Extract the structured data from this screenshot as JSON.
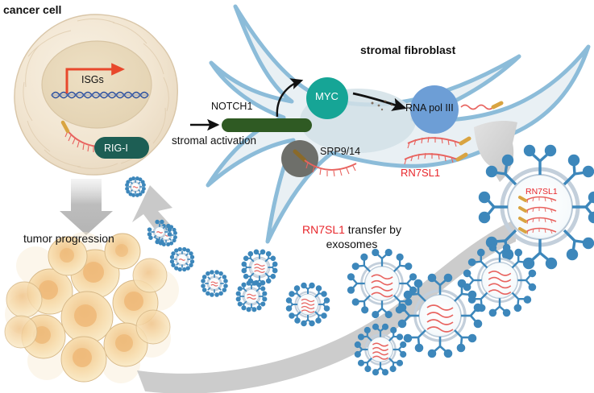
{
  "figure": {
    "type": "biological-pathway-diagram",
    "description": "RN7SL1 transfer by exosomes from stromal fibroblast to cancer cell driving tumor progression"
  },
  "labels": {
    "cancer_cell": "cancer cell",
    "stromal_fibroblast": "stromal fibroblast",
    "isgs": "ISGs",
    "rig_i": "RIG-I",
    "notch1": "NOTCH1",
    "stromal_activation": "stromal activation",
    "myc": "MYC",
    "rna_pol_iii": "RNA pol III",
    "srp914": "SRP9/14",
    "rn7sl1_cell": "RN7SL1",
    "rn7sl1_exosome": "RN7SL1",
    "transfer_red": "RN7SL1",
    "transfer_rest": " transfer by",
    "transfer_line2": "exosomes",
    "tumor_progression": "tumor progression"
  },
  "colors": {
    "red_accent": "#e8262b",
    "rna_red": "#e8635f",
    "myc_teal": "#16a596",
    "rigi_teal": "#1d5e54",
    "notch_green": "#2f5a23",
    "rnapol_blue": "#6d9ed6",
    "membrane_blue": "#8cbcd9",
    "cytoplasm": "#e9f0f4",
    "nucleus_grey": "#d2e0e6",
    "srp_grey": "#6e6f6a",
    "dna_blue": "#2b4f9e",
    "exosome_protein": "#3d87bb",
    "arrow_grey": "#bdbdbd",
    "tumor_tan": "#f5e2bb",
    "cancer_cream": "#f3e7d4",
    "gold": "#d9a441"
  },
  "flow": {
    "arrows": [
      {
        "name": "cancer-to-notch",
        "from": "cancer cell",
        "to": "NOTCH1"
      },
      {
        "name": "notch-to-myc",
        "from": "NOTCH1",
        "to": "MYC"
      },
      {
        "name": "myc-to-rnapol",
        "from": "MYC",
        "to": "RNA pol III"
      },
      {
        "name": "fibroblast-to-exosome",
        "from": "stromal fibroblast",
        "to": "exosome"
      },
      {
        "name": "exosome-to-tumor",
        "from": "exosomes",
        "to": "tumor progression"
      },
      {
        "name": "cancer-to-tumor",
        "from": "cancer cell",
        "to": "tumor progression"
      }
    ]
  }
}
